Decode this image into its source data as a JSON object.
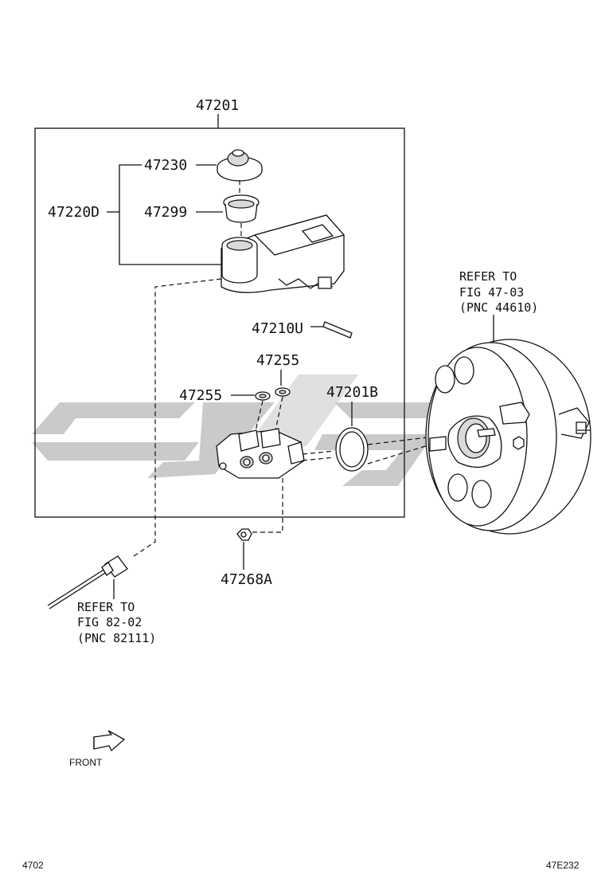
{
  "labels": {
    "assembly": "47201",
    "reservoir_cap": "47230",
    "reservoir_set": "47220D",
    "strainer": "47299",
    "pin": "47210U",
    "grommet_top": "47255",
    "grommet_left": "47255",
    "o_ring": "47201B",
    "nut": "47268A"
  },
  "refer_booster": [
    "REFER TO",
    "FIG 47-03",
    "(PNC 44610)"
  ],
  "refer_line": [
    "REFER TO",
    "FIG 82-02",
    "(PNC 82111)"
  ],
  "front_label": "FRONT",
  "footer": {
    "left": "4702",
    "right": "47E232"
  },
  "colors": {
    "watermark": "#c8c8c8",
    "line": "#111111"
  }
}
